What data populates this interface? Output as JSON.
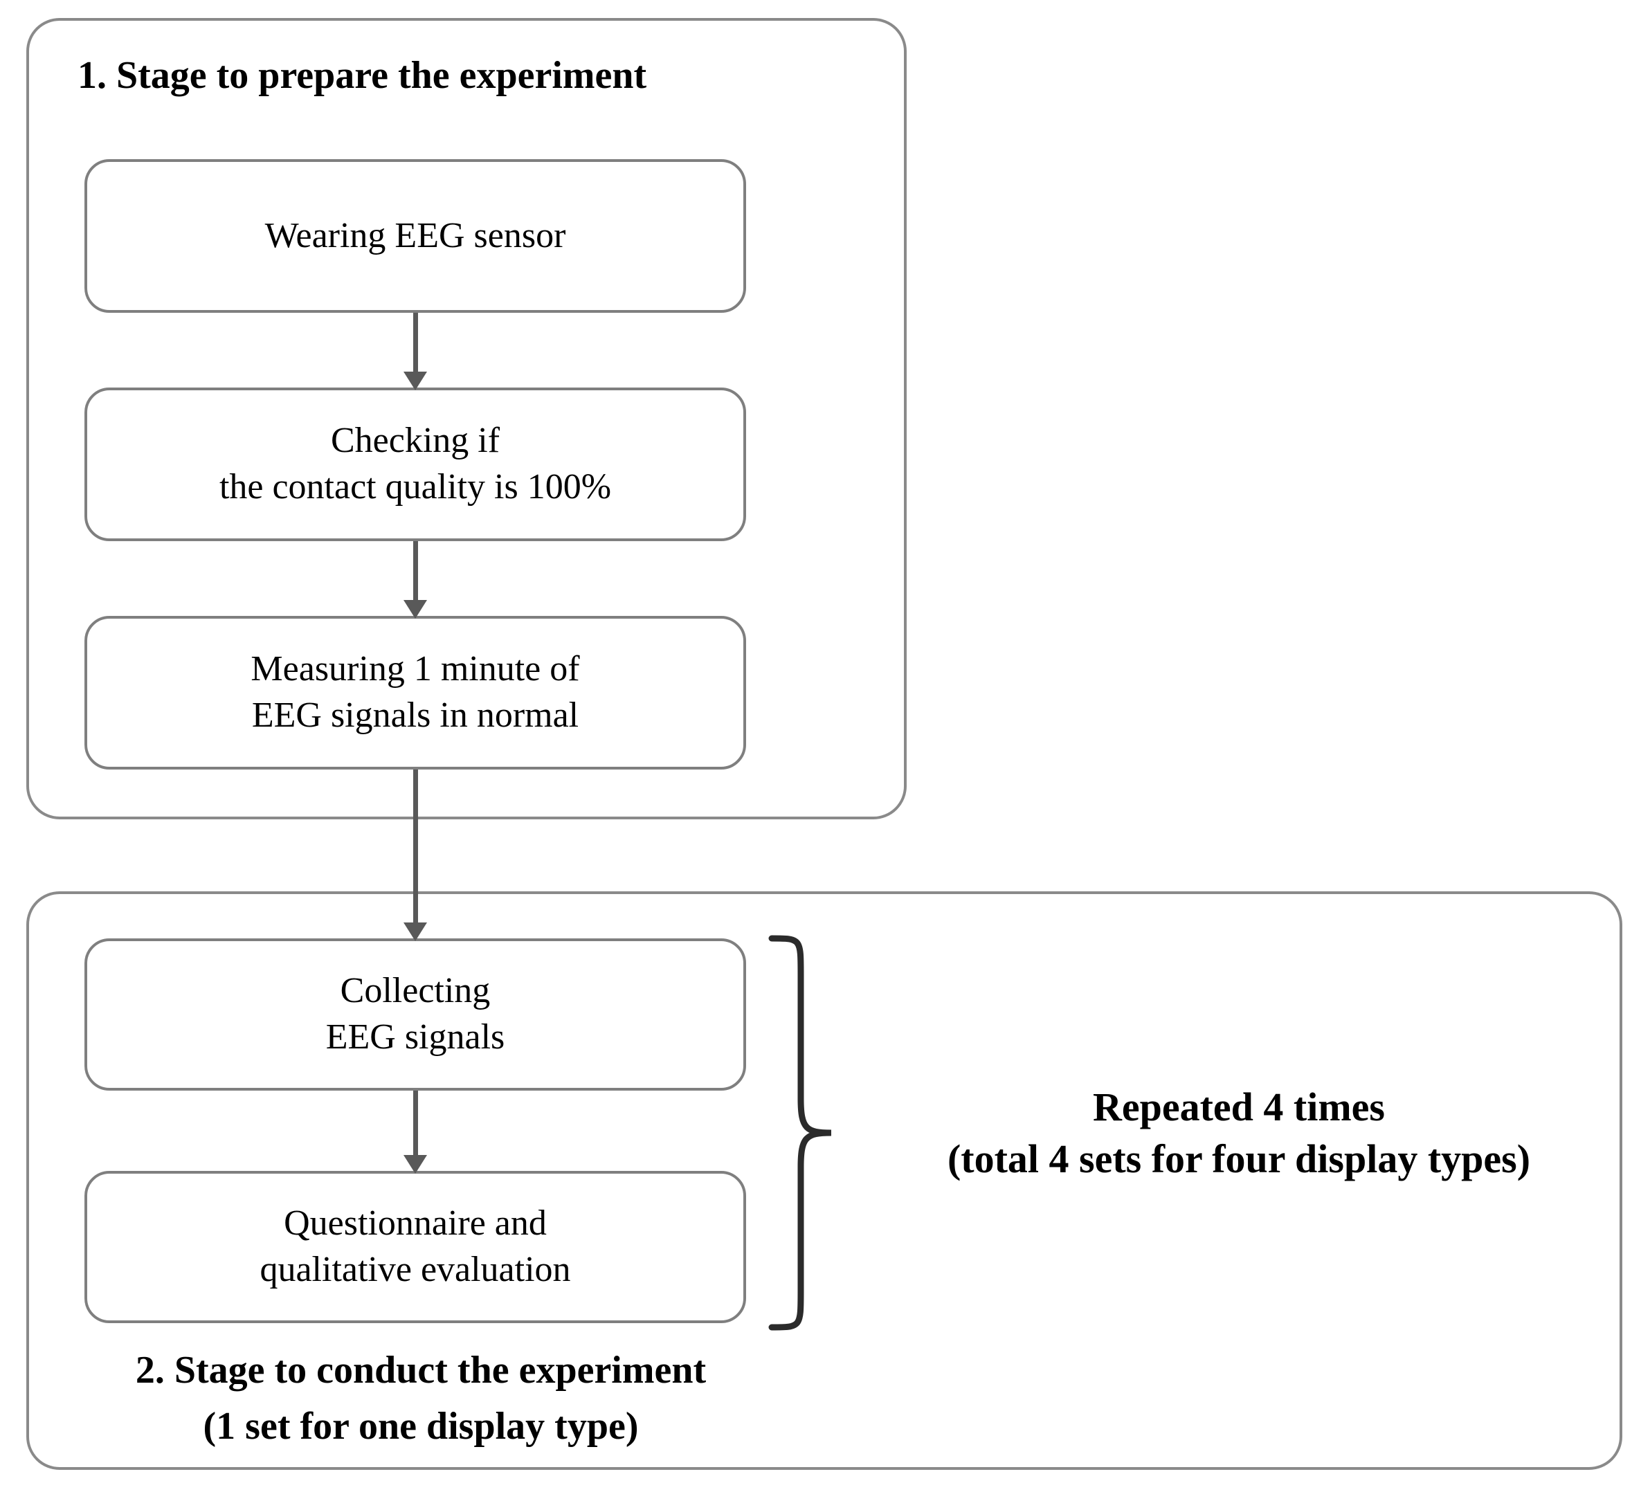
{
  "stage1": {
    "title": "1. Stage to prepare the experiment",
    "boxes": {
      "wearing": "Wearing EEG sensor",
      "checking": "Checking if\nthe contact quality is 100%",
      "measuring": "Measuring 1 minute of\nEEG signals in normal"
    }
  },
  "stage2": {
    "boxes": {
      "collecting": "Collecting\nEEG signals",
      "questionnaire": "Questionnaire and\nqualitative evaluation"
    },
    "title_line1": "2. Stage to conduct the experiment",
    "title_line2": "(1 set for one display type)"
  },
  "annotation": {
    "line1": "Repeated 4 times",
    "line2": "(total 4 sets for four display types)"
  },
  "colors": {
    "background": "#ffffff",
    "container_border": "#8a8a8a",
    "box_border": "#7f7f7f",
    "arrow": "#595959",
    "brace": "#2b2b2b",
    "text": "#000000"
  }
}
